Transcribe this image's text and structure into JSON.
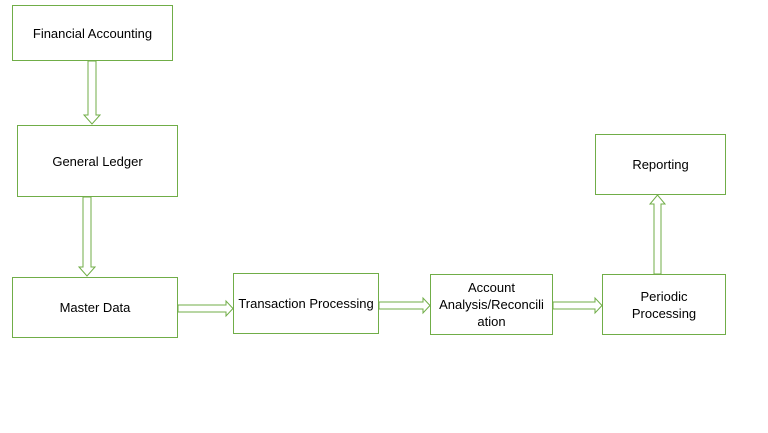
{
  "nodes": {
    "financial_accounting": "Financial Accounting",
    "general_ledger": "General Ledger",
    "master_data": "Master Data",
    "transaction_processing": "Transaction Processing",
    "account_analysis": "Account\nAnalysis/Reconcili\nation",
    "periodic_processing": "Periodic\nProcessing",
    "reporting": "Reporting"
  },
  "colors": {
    "stroke": "#70ad47",
    "text": "#000000",
    "background": "#ffffff"
  }
}
